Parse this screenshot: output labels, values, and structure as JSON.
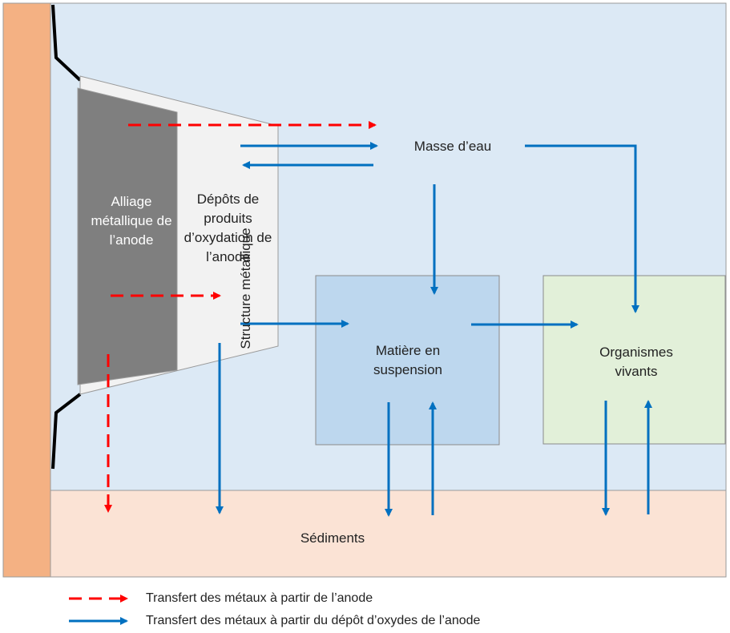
{
  "labels": {
    "structure": "Structure métallique",
    "alloy": "Alliage métallique de l’anode",
    "deposits": "Dépôts de produits d’oxydation de l’anode",
    "water": "Masse d’eau",
    "suspension": "Matière en suspension",
    "organisms": "Organismes vivants",
    "sediments": "Sédiments"
  },
  "legend": {
    "anode": "Transfert des métaux à partir de l’anode",
    "deposit": "Transfert des métaux à partir du dépôt d’oxydes de l’anode"
  },
  "colors": {
    "water": "#dce9f5",
    "structure": "#f4b183",
    "sediment": "#fbe3d5",
    "alloy": "#7f7f7f",
    "deposit": "#f2f2f2",
    "suspension": "#bdd7ee",
    "organisms": "#e2f0d9",
    "red_arrow": "#ff0000",
    "blue_arrow": "#0070c0"
  }
}
